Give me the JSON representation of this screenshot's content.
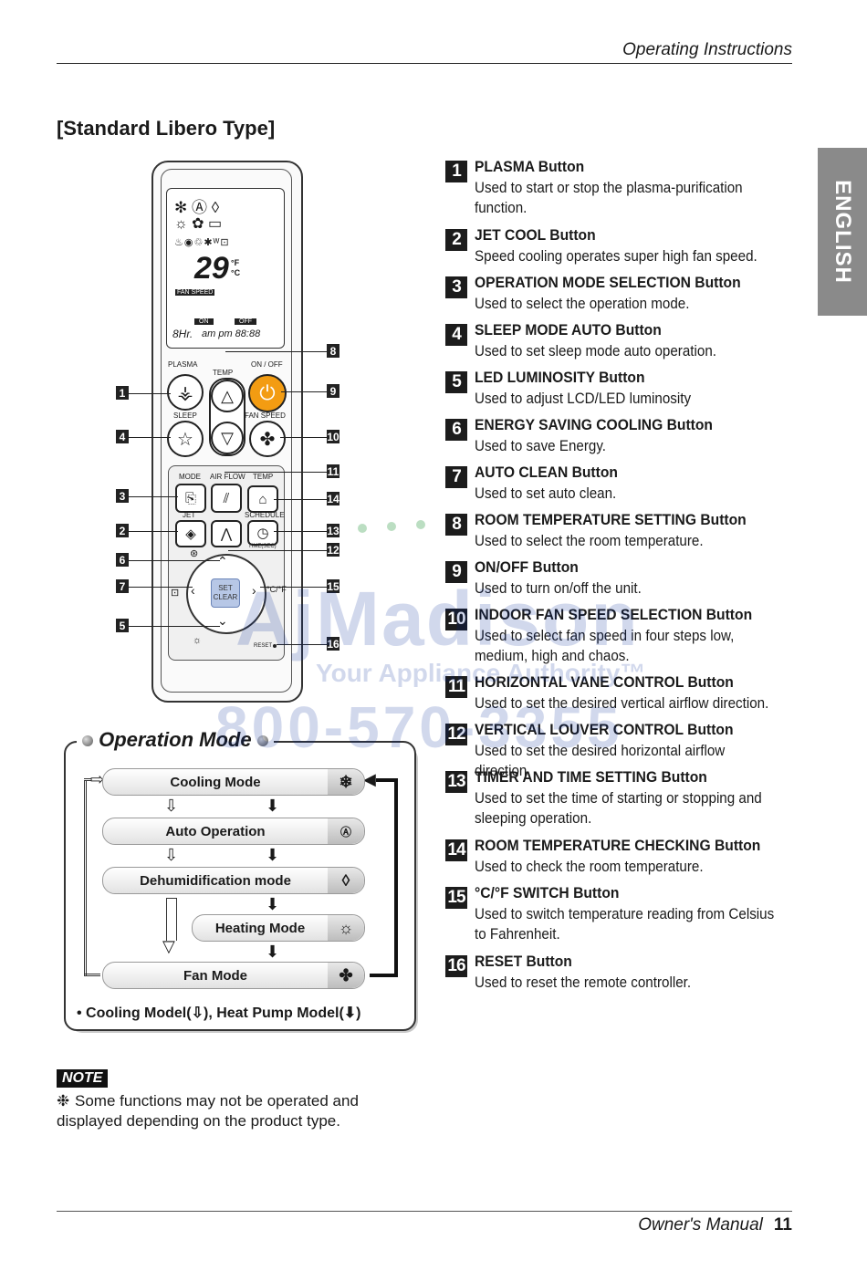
{
  "header": {
    "title": "Operating Instructions"
  },
  "section_title": "[Standard Libero Type]",
  "language_tab": "ENGLISH",
  "remote": {
    "labels": {
      "plasma": "PLASMA",
      "temp": "TEMP",
      "on_off": "ON / OFF",
      "sleep": "SLEEP",
      "fan_speed": "FAN SPEED",
      "mode": "MODE",
      "air_flow": "AIR FLOW",
      "temp2": "TEMP",
      "jet": "JET",
      "schedule": "SCHEDULE",
      "time_sec": "TIME(SEC)",
      "set_clear": "SET CLEAR",
      "reset": "RESET",
      "cf": "°C/°F"
    },
    "lcd": {
      "temp": "29",
      "unit_f": "°F",
      "unit_c": "°C",
      "fan_speed": "FAN SPEED",
      "on": "ON",
      "off": "OFF",
      "hr": "8Hr.",
      "clock": "am pm 88:88"
    },
    "callouts": [
      "1",
      "4",
      "3",
      "2",
      "6",
      "7",
      "5",
      "8",
      "9",
      "10",
      "11",
      "14",
      "13",
      "12",
      "15",
      "16"
    ]
  },
  "buttons": [
    {
      "num": "1",
      "title": "PLASMA Button",
      "desc": "Used to start or stop the plasma-purification function."
    },
    {
      "num": "2",
      "title": "JET COOL Button",
      "desc": "Speed cooling operates super high fan speed."
    },
    {
      "num": "3",
      "title": "OPERATION MODE SELECTION Button",
      "desc": "Used to select the operation mode."
    },
    {
      "num": "4",
      "title": "SLEEP MODE AUTO Button",
      "desc": "Used to set sleep mode auto operation."
    },
    {
      "num": "5",
      "title": "LED LUMINOSITY Button",
      "desc": "Used to adjust LCD/LED luminosity"
    },
    {
      "num": "6",
      "title": "ENERGY SAVING COOLING Button",
      "desc": "Used to save Energy."
    },
    {
      "num": "7",
      "title": "AUTO CLEAN Button",
      "desc": "Used to set auto clean."
    },
    {
      "num": "8",
      "title": "ROOM TEMPERATURE SETTING Button",
      "desc": "Used to select the room temperature."
    },
    {
      "num": "9",
      "title": "ON/OFF Button",
      "desc": "Used to turn on/off the unit."
    },
    {
      "num": "10",
      "title": "INDOOR FAN SPEED SELECTION Button",
      "desc": "Used to select fan speed in four steps low, medium, high and chaos."
    },
    {
      "num": "11",
      "title": "HORIZONTAL VANE CONTROL Button",
      "desc": "Used to set the desired vertical airflow direction."
    },
    {
      "num": "12",
      "title": "VERTICAL LOUVER CONTROL Button",
      "desc": "Used to set the desired horizontal airflow direction."
    },
    {
      "num": "13",
      "title": "TIMER AND TIME SETTING Button",
      "desc": "Used to set the time of starting or stopping and sleeping operation."
    },
    {
      "num": "14",
      "title": "ROOM TEMPERATURE CHECKING Button",
      "desc": "Used to check the room temperature."
    },
    {
      "num": "15",
      "title": "°C/°F SWITCH Button",
      "desc": "Used to switch temperature reading from Celsius to Fahrenheit."
    },
    {
      "num": "16",
      "title": "RESET Button",
      "desc": "Used to reset the remote controller."
    }
  ],
  "operation_mode": {
    "title": "Operation Mode",
    "modes": [
      {
        "label": "Cooling Mode",
        "icon": "snowflake-icon"
      },
      {
        "label": "Auto Operation",
        "icon": "ai-icon"
      },
      {
        "label": "Dehumidification mode",
        "icon": "droplet-icon"
      },
      {
        "label": "Heating Mode",
        "icon": "sun-icon"
      },
      {
        "label": "Fan Mode",
        "icon": "fan-icon"
      }
    ],
    "legend": "• Cooling Model(⇩), Heat Pump Model(⬇)"
  },
  "note": {
    "badge": "NOTE",
    "text": "Some functions may not be operated and displayed depending on the product type."
  },
  "footer": {
    "manual": "Owner's Manual",
    "page": "11"
  },
  "watermark": {
    "line1": "AjMadison",
    "line2": "Your Appliance Authority™",
    "line3": "800-570-3355"
  }
}
